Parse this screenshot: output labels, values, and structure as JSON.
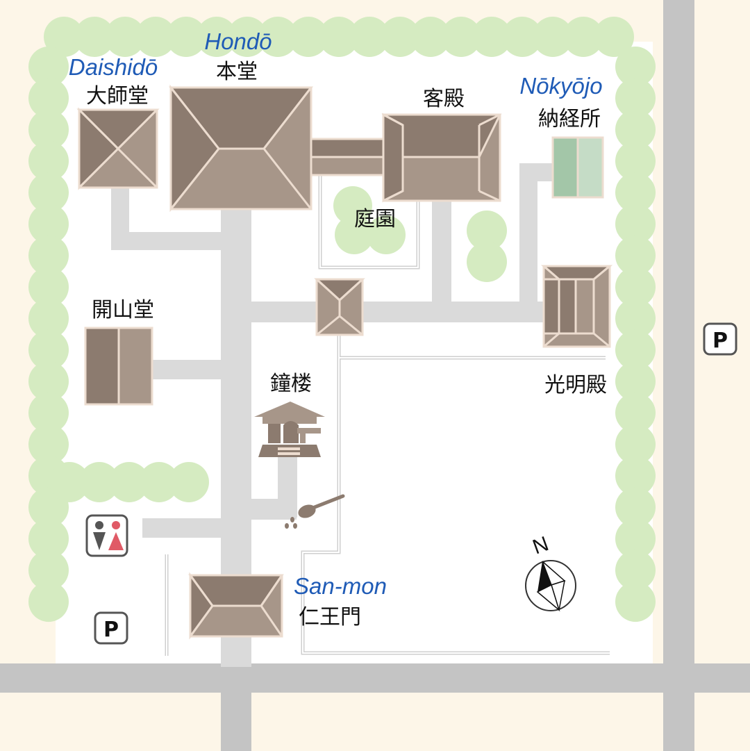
{
  "colors": {
    "background": "#fdf6e8",
    "ground": "#ffffff",
    "path": "#d9d9d9",
    "road": "#c4c4c4",
    "roof_dark": "#8c7b6f",
    "roof_light": "#a79689",
    "roof_edge": "#ecdccf",
    "tree": "#d5ebc1",
    "english_label": "#1f5bb6",
    "nokyojo_roof": "#a3c6a8"
  },
  "labels": {
    "hondo_en": "Hondō",
    "hondo_jp": "本堂",
    "daishido_en": "Daishidō",
    "daishido_jp": "大師堂",
    "kyakuden_jp": "客殿",
    "nokyojo_en": "Nōkyōjo",
    "nokyojo_jp": "納経所",
    "teien_jp": "庭園",
    "kaizando_jp": "開山堂",
    "shoro_jp": "鐘楼",
    "komyoden_jp": "光明殿",
    "sanmon_en": "San-mon",
    "sanmon_jp": "仁王門"
  },
  "signs": {
    "parking": "P",
    "north": "N"
  },
  "icons": {
    "toilet": "restroom-icon",
    "parking": "parking-icon",
    "compass": "compass-icon",
    "water_ladle": "ladle-icon",
    "bell_tower": "bell-tower-icon"
  }
}
